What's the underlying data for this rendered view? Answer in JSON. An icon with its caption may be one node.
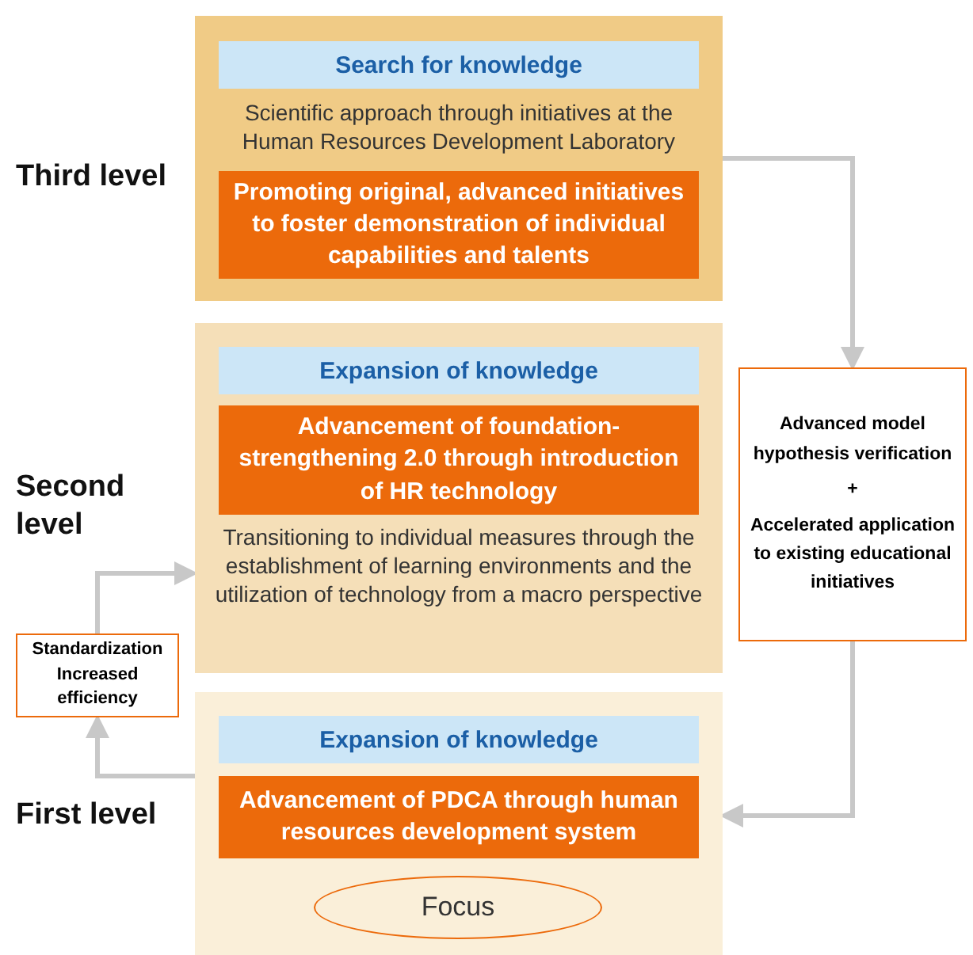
{
  "diagram": {
    "nodes": [
      {
        "text": [
          "Third level",
          "Scientific approach through initiatives at the Human Resources Development Laboratory"
        ]
      },
      {
        "text": [
          "Search for knowledge"
        ],
        "in": 0
      },
      {
        "text": [
          "Promoting original, advanced initiatives to foster demonstration of individual capabilities and talents"
        ],
        "in": 0
      },
      {
        "text": [
          "Second level",
          "Transitioning to individual measures through the establishment of learning environments and the utilization of technology from a macro perspective"
        ]
      },
      {
        "text": [
          "Expansion of knowledge"
        ],
        "in": 3
      },
      {
        "text": [
          "Advancement of foundation-strengthening 2.0 through introduction of HR technology"
        ],
        "in": 3
      },
      {
        "text": [
          "First level"
        ]
      },
      {
        "text": [
          "Expansion of knowledge"
        ],
        "in": 6
      },
      {
        "text": [
          "Advancement of PDCA through human resources development system"
        ],
        "in": 6
      },
      {
        "text": [
          "Focus"
        ],
        "in": 6
      },
      {
        "text": [
          "Advanced model hypothesis verification",
          "+",
          "Accelerated application to existing educational initiatives"
        ]
      },
      {
        "text": [
          "Standardization Increased efficiency"
        ]
      }
    ],
    "edges": [
      {
        "from": 0,
        "to": 10,
        "arrow": "to"
      },
      {
        "from": 10,
        "to": 6,
        "arrow": "to"
      },
      {
        "from": 6,
        "to": 11,
        "arrow": "to"
      },
      {
        "from": 11,
        "to": 3,
        "arrow": "to"
      }
    ]
  }
}
